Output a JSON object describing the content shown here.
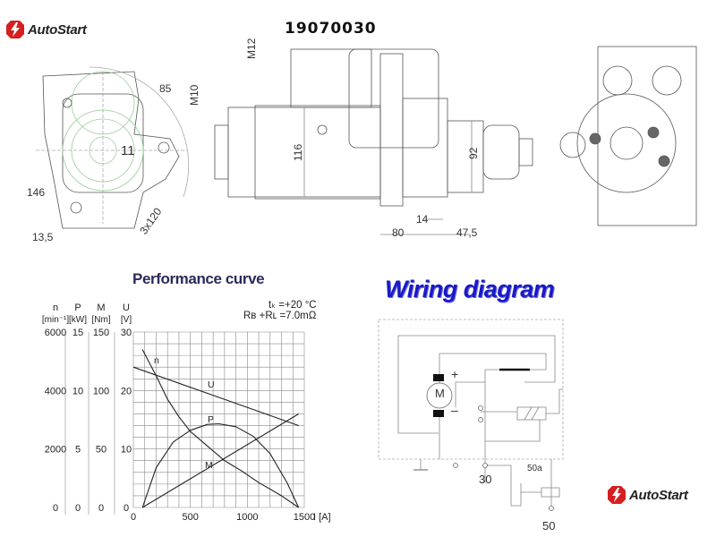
{
  "brand": {
    "name": "AutoStart",
    "color": "#d42020"
  },
  "header": {
    "part_number": "19070030"
  },
  "drawing": {
    "dimensions": {
      "m12": "M12",
      "m10": "M10",
      "d85": "85",
      "d11": "11",
      "d146": "146",
      "d3x120": "3x120",
      "d13_5": "13,5",
      "d116": "116",
      "d92": "92",
      "d14": "14",
      "d80": "80",
      "d47_5": "47,5"
    }
  },
  "performance": {
    "title": "Performance curve",
    "conditions": {
      "temp": "tₖ =+20  °C",
      "resistance": "Rʙ +Rʟ =7.0mΩ"
    }
  },
  "chart_data": {
    "type": "line",
    "title": "Performance curve",
    "xlabel": "I [A]",
    "xlim": [
      0,
      1500
    ],
    "xticks": [
      "0",
      "500",
      "1000",
      "1500"
    ],
    "grid": true,
    "axes": [
      {
        "key": "n",
        "symbol": "n",
        "unit": "[min⁻¹]",
        "range": [
          0,
          6000
        ],
        "ticks": [
          "6000",
          "4000",
          "2000",
          "0"
        ]
      },
      {
        "key": "P",
        "symbol": "P",
        "unit": "[kW]",
        "range": [
          0,
          15
        ],
        "ticks": [
          "15",
          "10",
          "5",
          "0"
        ]
      },
      {
        "key": "M",
        "symbol": "M",
        "unit": "[Nm]",
        "range": [
          0,
          150
        ],
        "ticks": [
          "150",
          "100",
          "50",
          "0"
        ]
      },
      {
        "key": "U",
        "symbol": "U",
        "unit": "[V]",
        "range": [
          0,
          30
        ],
        "ticks": [
          "30",
          "20",
          "10",
          "0"
        ]
      }
    ],
    "series": [
      {
        "name": "n",
        "axis": "n",
        "x": [
          80,
          200,
          300,
          400,
          500,
          650,
          800,
          950,
          1100,
          1300,
          1450
        ],
        "y": [
          5400,
          4500,
          3700,
          3100,
          2600,
          2100,
          1600,
          1250,
          850,
          400,
          0
        ]
      },
      {
        "name": "U",
        "axis": "U",
        "x": [
          0,
          1450
        ],
        "y": [
          24,
          14
        ]
      },
      {
        "name": "P",
        "axis": "P",
        "x": [
          80,
          200,
          350,
          500,
          650,
          750,
          900,
          1050,
          1200,
          1350,
          1450
        ],
        "y": [
          0,
          3.4,
          5.6,
          6.6,
          7.1,
          7.15,
          6.9,
          6.1,
          4.6,
          2.1,
          0
        ]
      },
      {
        "name": "M",
        "axis": "M",
        "x": [
          80,
          1450
        ],
        "y": [
          0,
          80
        ]
      }
    ]
  },
  "wiring": {
    "title": "Wiring diagram",
    "motor_label": "M",
    "plus": "+",
    "minus": "–",
    "terminals": {
      "t30": "30",
      "t50a": "50a",
      "t50": "50"
    }
  }
}
